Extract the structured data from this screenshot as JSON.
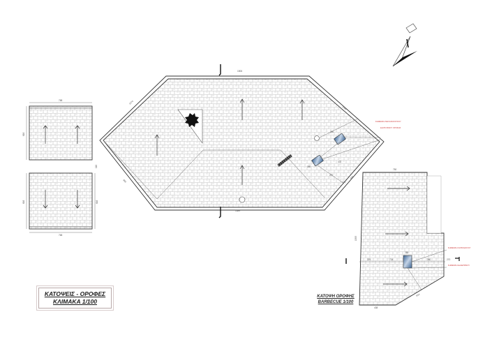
{
  "drawing": {
    "title_block": {
      "line1": "ΚΑΤΟΨΕΙΣ - ΟΡΟΦΕΣ",
      "line2": "ΚΛΙΜΑΚΑ 1/100"
    },
    "barbecue_title": {
      "line1": "ΚΑΤΟΨΗ ΟΡΟΦΗΣ",
      "line2": "BARBECUE 1/100"
    },
    "north_arrow": {
      "icon": "north-arrow-icon"
    },
    "hexagon_roof": {
      "dim_top": "1506",
      "dim_bottom": "1689",
      "dim_upper_left": "1074",
      "dim_upper_right": "1099",
      "dim_lower_left": "990",
      "dim_lower_right": "654",
      "equipment_labels": [
        "390",
        "437",
        "380",
        "270",
        "130"
      ],
      "red_notes": [
        "ΣΗΜΕΙΩΣΗ ΜΗΧΑΝΟΛΟΓΙΚΟΥ",
        "ΕΞΟΠΛΙΣΜΟΥ ΟΡΟΦΗΣ"
      ]
    },
    "small_roofs": {
      "top": {
        "width": "768",
        "height": "616"
      },
      "bottom": {
        "width": "768",
        "height": "616"
      },
      "gap": "110"
    },
    "bbq_roof": {
      "dim_top": "750",
      "dim_left": "1595",
      "dim_bottom_left": "438",
      "dim_bottom_right": "654",
      "dim_row": [
        "376",
        "734",
        "250",
        "380",
        "270"
      ],
      "red_notes": [
        "ΣΗΜΕΙΩΣΗ ΚΑΠΝΟΔΟΧΟΥ",
        "ΣΗΜΕΙΩΣΗ ΕΞΑΕΡΙΣΜΟΥ"
      ]
    },
    "colors": {
      "line": "#3a3a3a",
      "tile": "#c8c8c8",
      "equipment": "#6f8fb3",
      "note_red": "#d04040",
      "title_border": "#b9a9a9"
    }
  }
}
